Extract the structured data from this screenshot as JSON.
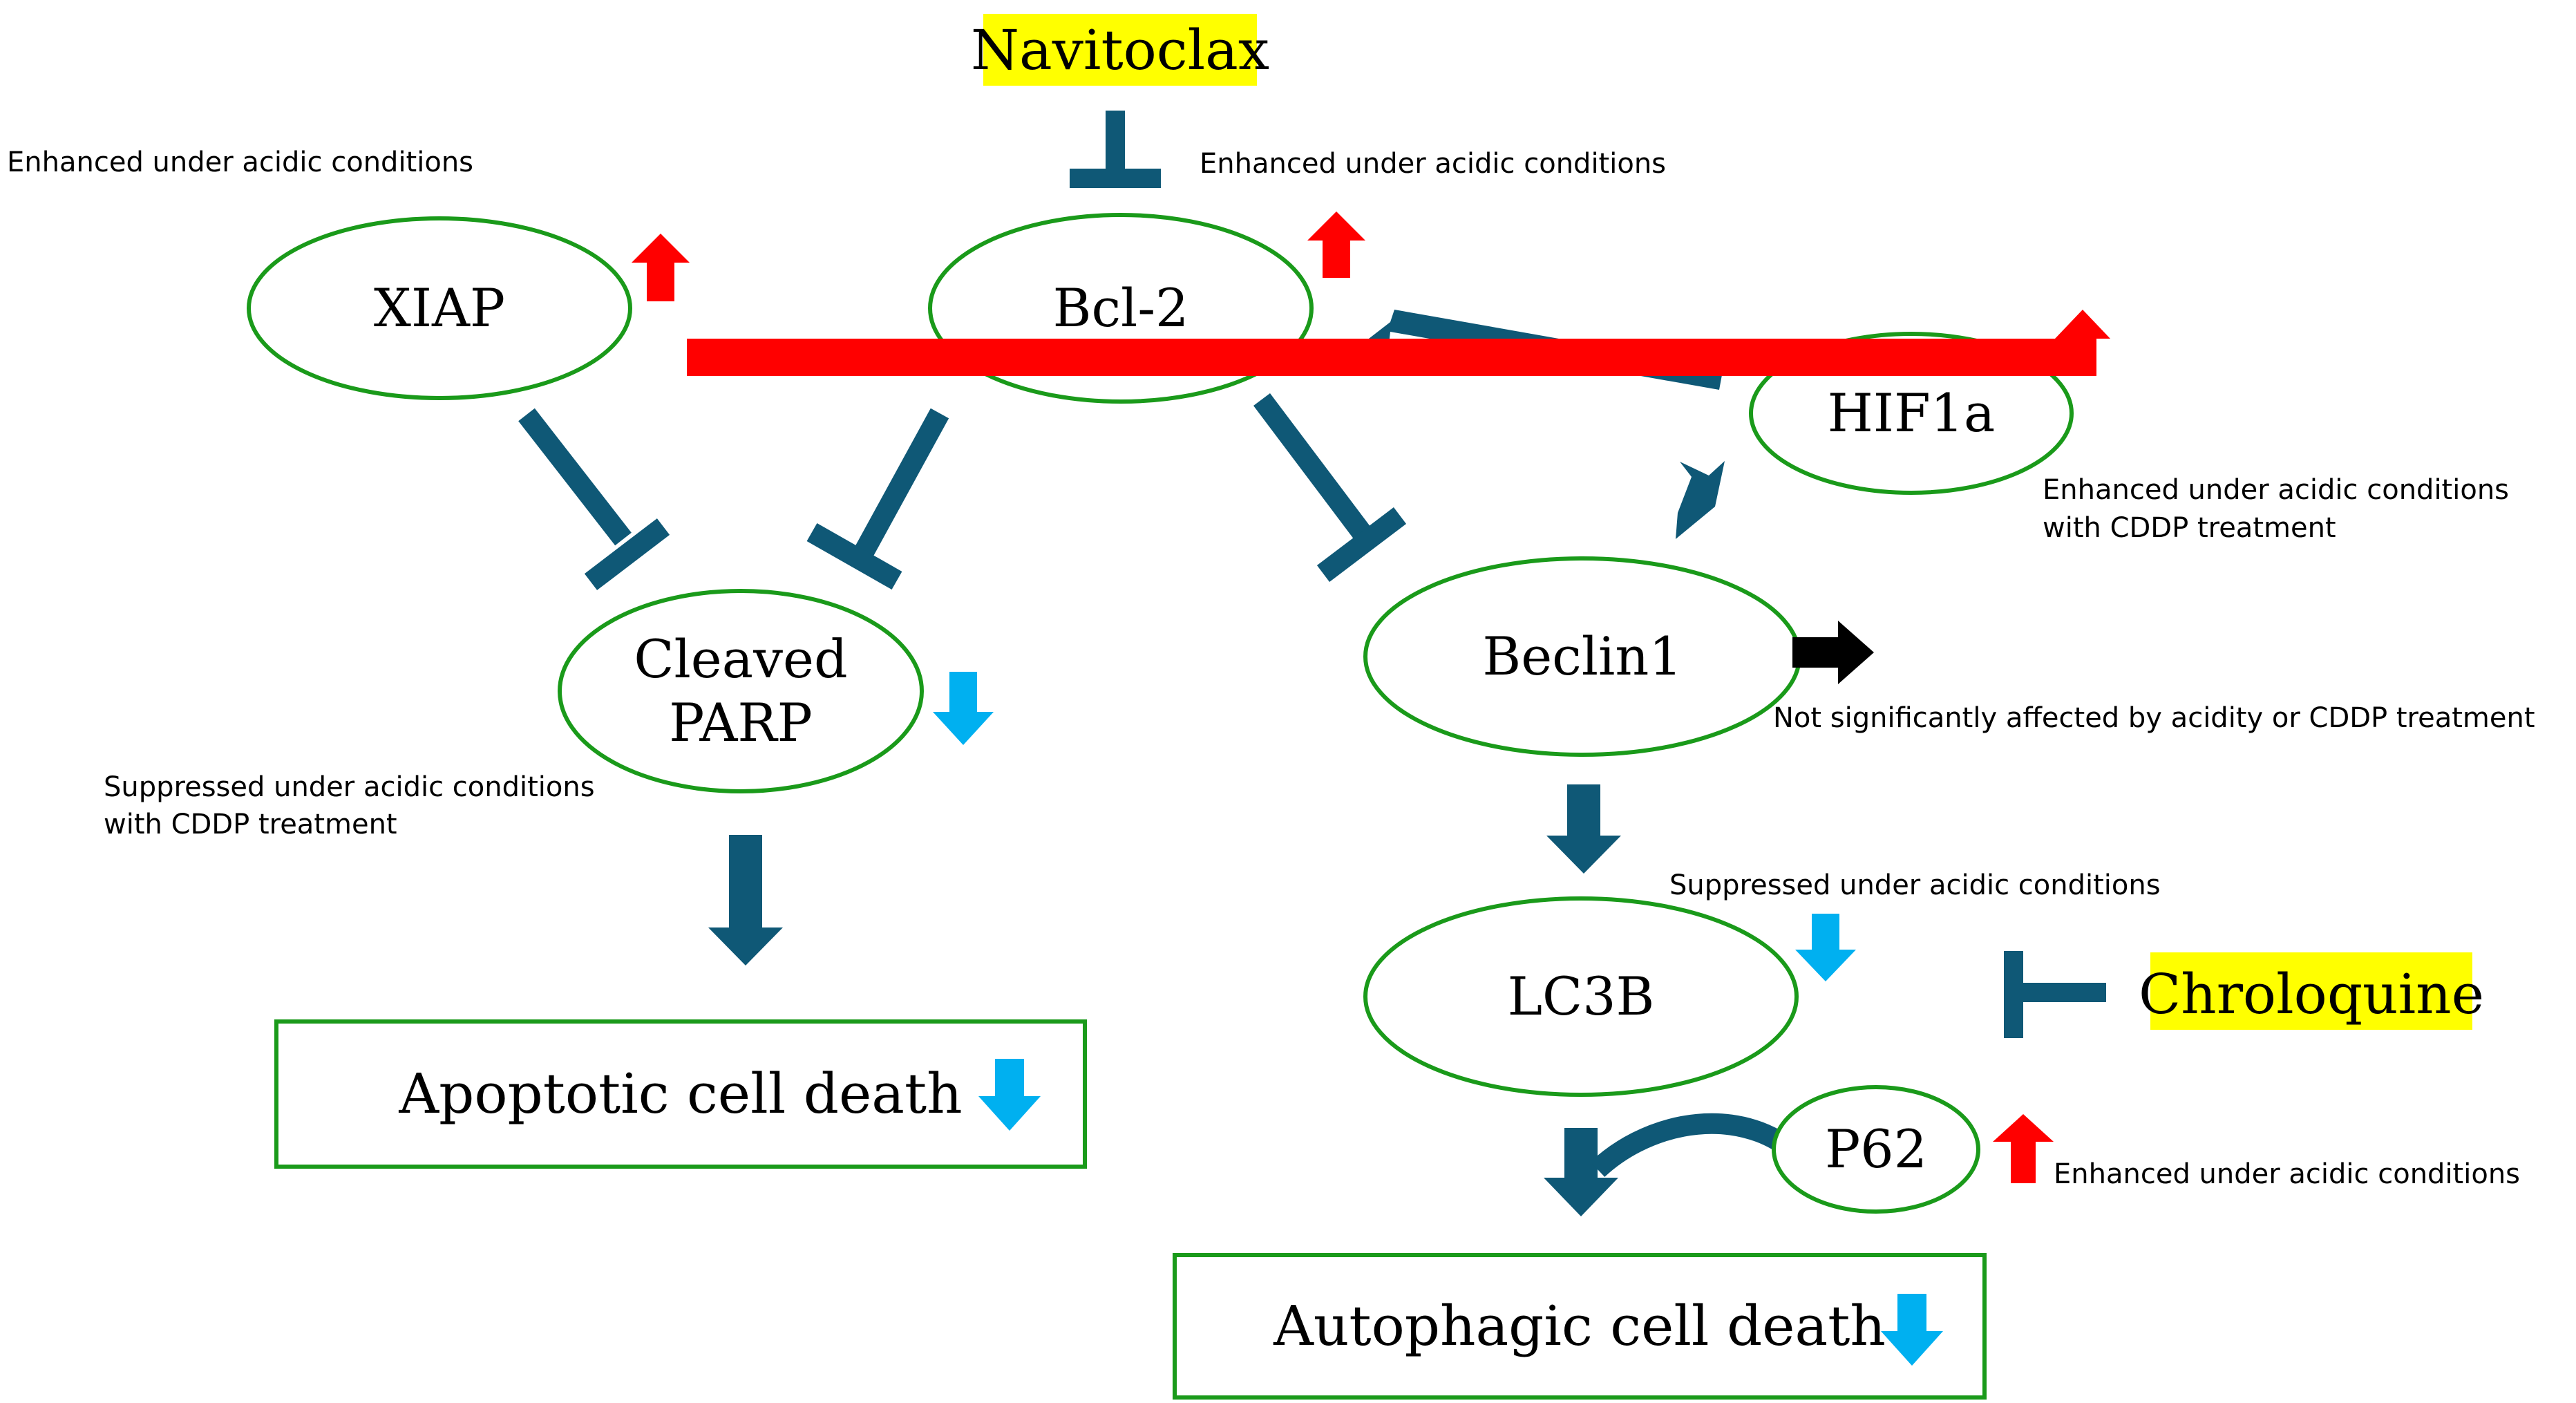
{
  "colors": {
    "node_outline": "#1a9a1a",
    "pathway": "#0f5876",
    "increase": "#ff0000",
    "decrease": "#00b0f0",
    "unchanged": "#000000",
    "drug_highlight": "#ffff00"
  },
  "nodes": {
    "xiap": "XIAP",
    "bcl2": "Bcl-2",
    "hif1a": "HIF1a",
    "cleaved_parp_line1": "Cleaved",
    "cleaved_parp_line2": "PARP",
    "beclin1": "Beclin1",
    "lc3b": "LC3B",
    "p62": "P62",
    "apoptotic": "Apoptotic cell death",
    "autophagic": "Autophagic cell death"
  },
  "drugs": {
    "navitoclax": "Navitoclax",
    "chloroquine": "Chroloquine"
  },
  "notes": {
    "xiap": "Enhanced under acidic conditions",
    "bcl2": "Enhanced under acidic conditions",
    "hif1a_line1": "Enhanced under acidic conditions",
    "hif1a_line2": "with CDDP treatment",
    "parp_line1": "Suppressed under acidic conditions",
    "parp_line2": "with CDDP treatment",
    "beclin1": "Not significantly affected by acidity or CDDP treatment",
    "lc3b": "Suppressed under acidic conditions",
    "p62": "Enhanced under acidic conditions"
  },
  "indicators": {
    "xiap": "up-arrow-icon",
    "bcl2": "up-arrow-icon",
    "hif1a": "up-arrow-icon",
    "cleaved_parp": "down-arrow-icon",
    "beclin1": "right-arrow-icon",
    "lc3b": "down-arrow-icon",
    "p62": "up-arrow-icon",
    "apoptotic": "down-arrow-icon",
    "autophagic": "down-arrow-icon"
  }
}
